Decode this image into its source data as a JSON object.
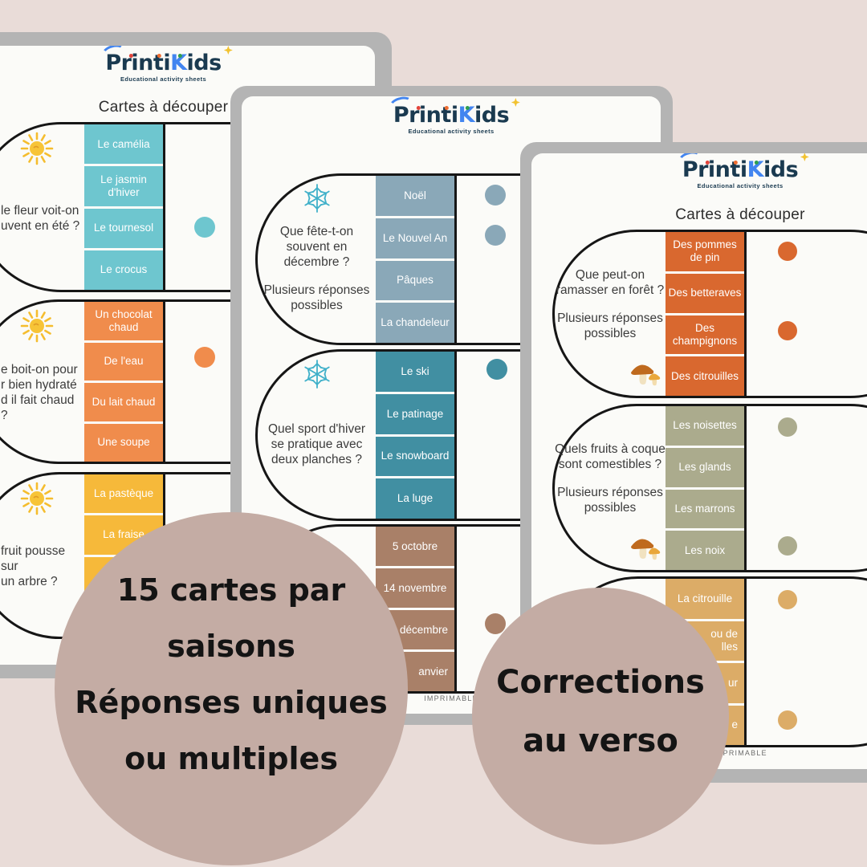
{
  "colors": {
    "background": "#e9dcd8",
    "sheet": "#b4b4b4",
    "paper": "#fbfbf8",
    "circle": "#c4aca4",
    "logo_navy": "#1a3a50",
    "logo_blue": "#4285f0"
  },
  "logo": {
    "part1": "Printi",
    "part2": "K",
    "part3": "ids",
    "tagline": "Educational activity sheets"
  },
  "overlay_circles": {
    "left_text": "15 cartes par\nsaisons\nRéponses uniques\nou multiples",
    "right_text": "Corrections\nau verso"
  },
  "pages": {
    "left": {
      "title": "Cartes à découper",
      "cards": [
        {
          "icon": "sun",
          "question": "le fleur voit-on\nuvent en été ?",
          "note": "",
          "color": "#6ec6cf",
          "answers": [
            "Le camélia",
            "Le jasmin\nd'hiver",
            "Le tournesol",
            "Le crocus"
          ]
        },
        {
          "icon": "sun",
          "question": "e boit-on pour\nr bien hydraté\nd il fait chaud ?",
          "note": "",
          "color": "#f08c4c",
          "answers": [
            "Un chocolat\nchaud",
            "De l'eau",
            "Du lait chaud",
            "Une soupe"
          ]
        },
        {
          "icon": "sun",
          "question": "fruit pousse sur\nun arbre ?",
          "note": "",
          "color": "#f6b93a",
          "answers": [
            "La pastèque",
            "La fraise",
            "",
            ""
          ]
        }
      ]
    },
    "middle": {
      "footer": "IMPRIMABLE",
      "cards": [
        {
          "icon": "snowflake",
          "question": "Que fête-t-on\nsouvent en\ndécembre ?",
          "note": "Plusieurs réponses\npossibles",
          "color": "#8aa8b8",
          "answers": [
            "Noël",
            "Le Nouvel An",
            "Pâques",
            "La chandeleur"
          ]
        },
        {
          "icon": "snowflake",
          "question": "Quel sport d'hiver\nse pratique avec\ndeux planches ?",
          "note": "",
          "color": "#418fa2",
          "answers": [
            "Le ski",
            "Le patinage",
            "Le snowboard",
            "La luge"
          ]
        },
        {
          "icon": "snowflake",
          "question": "",
          "note": "",
          "color": "#a98068",
          "answers": [
            "5 octobre",
            "14 novembre",
            "décembre",
            "anvier"
          ]
        }
      ]
    },
    "right": {
      "title": "Cartes à découper",
      "footer": "IMPRIMABLE",
      "cards": [
        {
          "icon": "mushroom",
          "question": "Que peut-on\nramasser en forêt ?",
          "note": "Plusieurs réponses\npossibles",
          "color": "#d9682f",
          "answers": [
            "Des pommes\nde pin",
            "Des betteraves",
            "Des\nchampignons",
            "Des citrouilles"
          ]
        },
        {
          "icon": "mushroom",
          "question": "Quels fruits à coque\nsont comestibles ?",
          "note": "Plusieurs réponses\npossibles",
          "color": "#abab8d",
          "answers": [
            "Les noisettes",
            "Les glands",
            "Les marrons",
            "Les noix"
          ]
        },
        {
          "icon": "mushroom",
          "question": "",
          "note": "",
          "color": "#dcac67",
          "answers": [
            "La citrouille",
            "ou de\nlles",
            "ur",
            "e"
          ]
        }
      ]
    }
  }
}
